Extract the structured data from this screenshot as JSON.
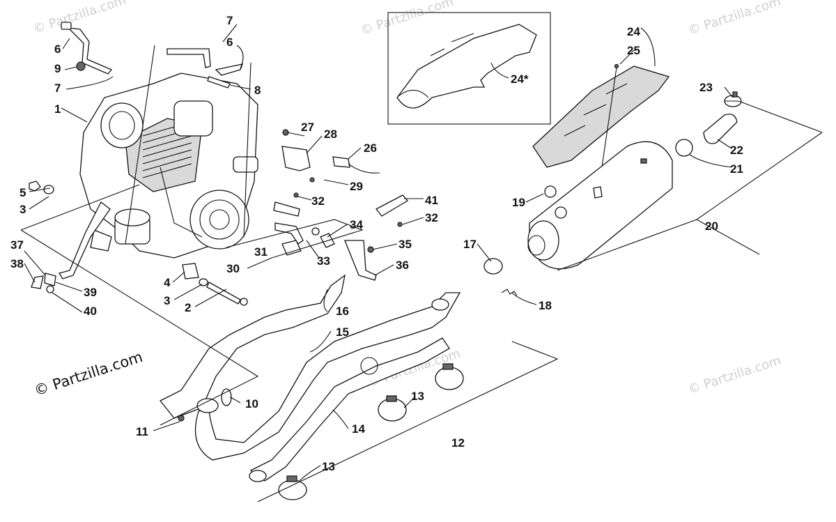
{
  "watermark": {
    "main": "© Partzilla.com",
    "faint": "© Partzilla.com"
  },
  "callouts": [
    {
      "id": "c1",
      "text": "1"
    },
    {
      "id": "c2",
      "text": "2"
    },
    {
      "id": "c3a",
      "text": "3"
    },
    {
      "id": "c3b",
      "text": "3"
    },
    {
      "id": "c4",
      "text": "4"
    },
    {
      "id": "c5",
      "text": "5"
    },
    {
      "id": "c6a",
      "text": "6"
    },
    {
      "id": "c6b",
      "text": "6"
    },
    {
      "id": "c7a",
      "text": "7"
    },
    {
      "id": "c7b",
      "text": "7"
    },
    {
      "id": "c8",
      "text": "8"
    },
    {
      "id": "c9",
      "text": "9"
    },
    {
      "id": "c10",
      "text": "10"
    },
    {
      "id": "c11",
      "text": "11"
    },
    {
      "id": "c12",
      "text": "12"
    },
    {
      "id": "c13a",
      "text": "13"
    },
    {
      "id": "c13b",
      "text": "13"
    },
    {
      "id": "c14",
      "text": "14"
    },
    {
      "id": "c15",
      "text": "15"
    },
    {
      "id": "c16",
      "text": "16"
    },
    {
      "id": "c17",
      "text": "17"
    },
    {
      "id": "c18",
      "text": "18"
    },
    {
      "id": "c19",
      "text": "19"
    },
    {
      "id": "c20",
      "text": "20"
    },
    {
      "id": "c21",
      "text": "21"
    },
    {
      "id": "c22",
      "text": "22"
    },
    {
      "id": "c23",
      "text": "23"
    },
    {
      "id": "c24",
      "text": "24"
    },
    {
      "id": "c24s",
      "text": "24*"
    },
    {
      "id": "c25",
      "text": "25"
    },
    {
      "id": "c26",
      "text": "26"
    },
    {
      "id": "c27",
      "text": "27"
    },
    {
      "id": "c28",
      "text": "28"
    },
    {
      "id": "c29",
      "text": "29"
    },
    {
      "id": "c30",
      "text": "30"
    },
    {
      "id": "c31",
      "text": "31"
    },
    {
      "id": "c32a",
      "text": "32"
    },
    {
      "id": "c32b",
      "text": "32"
    },
    {
      "id": "c33",
      "text": "33"
    },
    {
      "id": "c34",
      "text": "34"
    },
    {
      "id": "c35",
      "text": "35"
    },
    {
      "id": "c36",
      "text": "36"
    },
    {
      "id": "c37",
      "text": "37"
    },
    {
      "id": "c38",
      "text": "38"
    },
    {
      "id": "c39",
      "text": "39"
    },
    {
      "id": "c40",
      "text": "40"
    },
    {
      "id": "c41",
      "text": "41"
    }
  ]
}
